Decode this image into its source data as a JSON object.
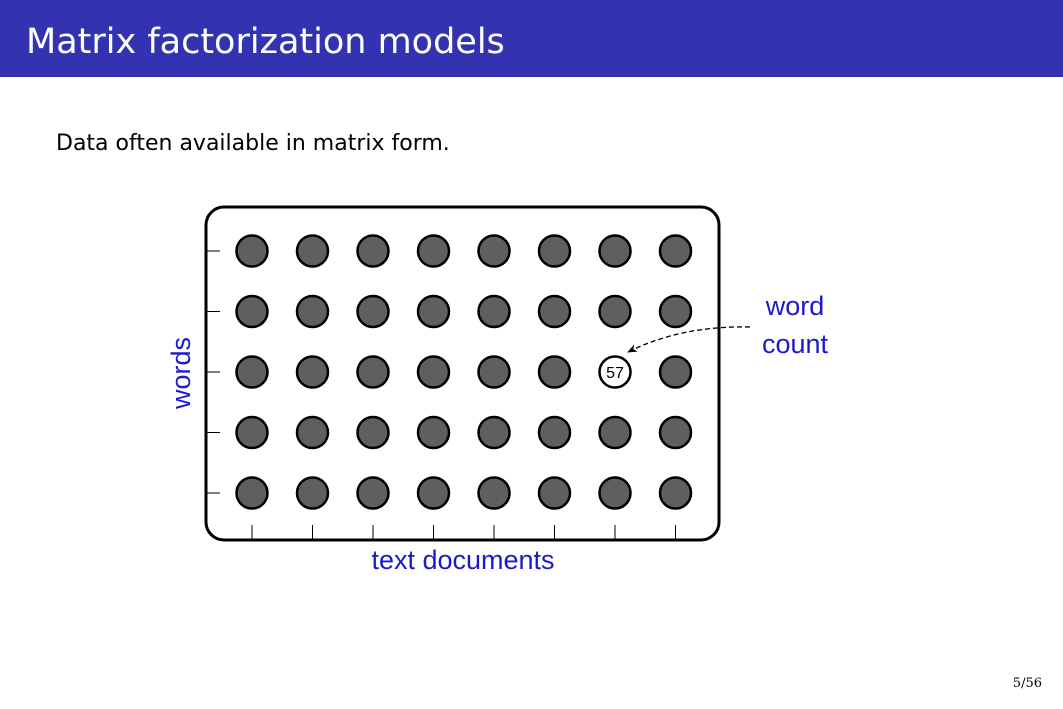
{
  "slide": {
    "title": "Matrix factorization models",
    "subtitle": "Data often available in matrix form.",
    "page_number": "5/56"
  },
  "diagram": {
    "rows": 5,
    "columns": 8,
    "row_axis_label": "words",
    "column_axis_label": "text documents",
    "highlighted_cell": {
      "row": 3,
      "column": 7,
      "value": "57"
    },
    "callout_label_line1": "word",
    "callout_label_line2": "count"
  },
  "colors": {
    "title_bar": "#3333b2",
    "label_blue": "#1a1acc",
    "cell_fill": "#5f5f5f",
    "border": "#000000"
  }
}
